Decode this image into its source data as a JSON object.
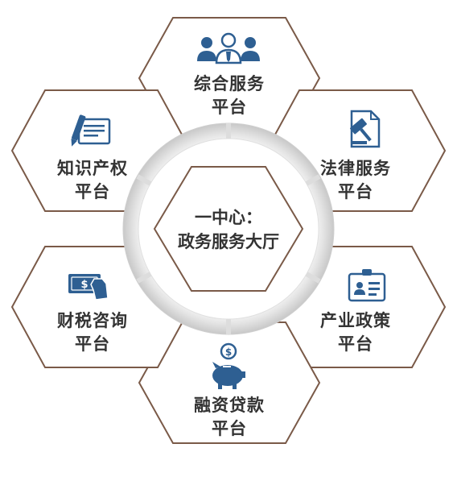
{
  "center": {
    "line1": "一中心：",
    "line2": "政务服务大厅"
  },
  "platforms": [
    {
      "id": "general",
      "line1": "综合服务",
      "line2": "平台",
      "icon": "people-group-icon"
    },
    {
      "id": "legal",
      "line1": "法律服务",
      "line2": "平台",
      "icon": "gavel-document-icon"
    },
    {
      "id": "industry",
      "line1": "产业政策",
      "line2": "平台",
      "icon": "id-badge-icon"
    },
    {
      "id": "finance",
      "line1": "融资贷款",
      "line2": "平台",
      "icon": "piggy-bank-icon"
    },
    {
      "id": "tax",
      "line1": "财税咨询",
      "line2": "平台",
      "icon": "money-hand-icon"
    },
    {
      "id": "ip",
      "line1": "知识产权",
      "line2": "平台",
      "icon": "pen-document-icon"
    }
  ],
  "colors": {
    "hex_border": "#7a5a48",
    "icon_blue": "#2e5f92",
    "text": "#333333",
    "ring": "#d9d9d9"
  }
}
